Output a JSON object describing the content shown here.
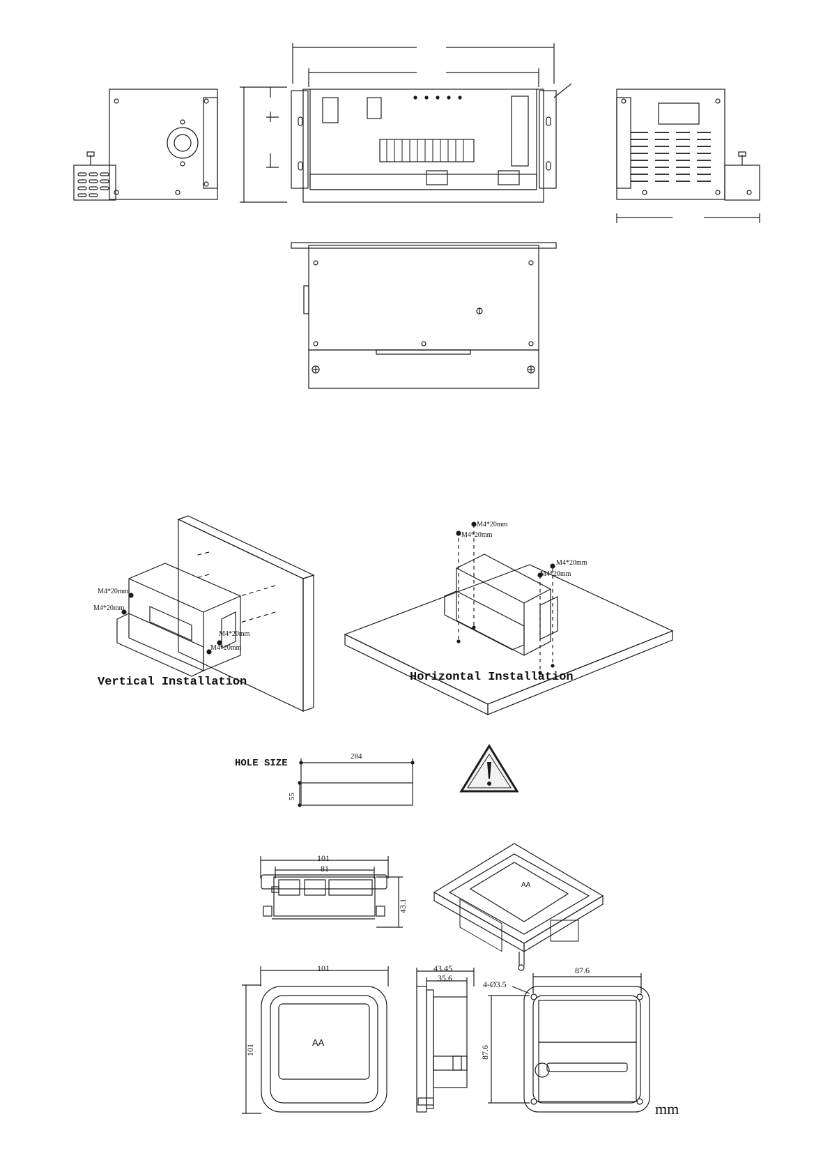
{
  "installation": {
    "vertical_label": "Vertical Installation",
    "horizontal_label": "Horizontal Installation",
    "screw_label": "M4*20mm"
  },
  "hole": {
    "title": "HOLE SIZE",
    "width": "284",
    "height": "55"
  },
  "panel": {
    "screen_text": "AA",
    "dims": {
      "width_outer": "101",
      "width_inner": "81",
      "depth": "43.1",
      "front_width": "101",
      "front_height": "101",
      "side_depth_outer": "43.45",
      "side_depth_inner": "35.6",
      "hole_note": "4-Ø3.5",
      "hole_spacing_w": "87.6",
      "hole_spacing_h": "87.6"
    },
    "unit": "mm"
  },
  "colors": {
    "line": "#1a1a1a",
    "fill_light": "#f2f2f2"
  }
}
